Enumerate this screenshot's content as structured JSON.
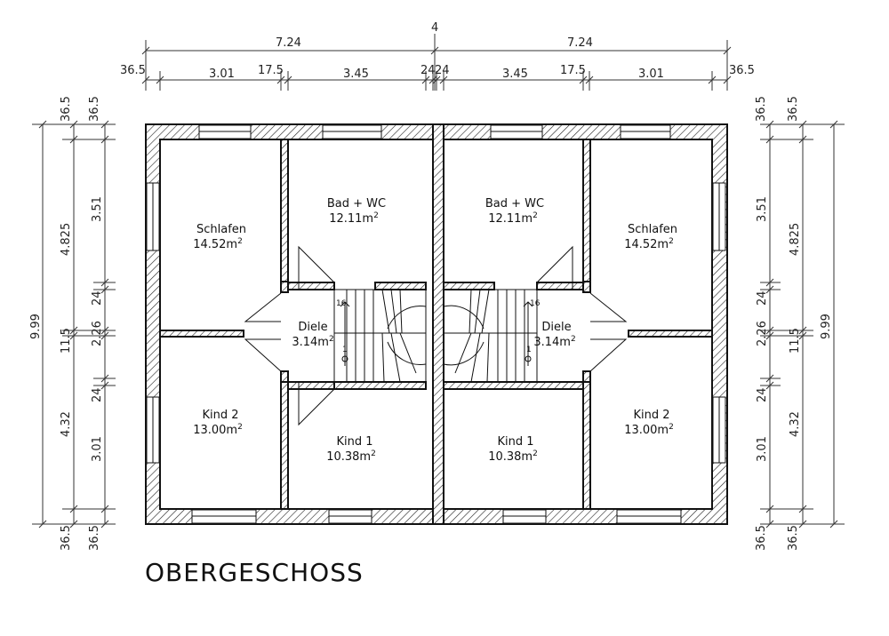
{
  "title": "OBERGESCHOSS",
  "top_dims": {
    "overall_left": "7.24",
    "overall_right": "7.24",
    "center_wall": "4",
    "segments": [
      "36.5",
      "3.01",
      "17.5",
      "3.45",
      "24",
      "24",
      "3.45",
      "17.5",
      "3.01",
      "36.5"
    ]
  },
  "side_dims": {
    "outer_total": "9.99",
    "mid": [
      "36.5",
      "4.825",
      "11.5",
      "4.32",
      "36.5"
    ],
    "inner": [
      "36.5",
      "3.51",
      "24",
      "2.26",
      "24",
      "3.01",
      "36.5"
    ]
  },
  "rooms": {
    "left": [
      {
        "name": "Schlafen",
        "area": "14.52m",
        "sup": "2"
      },
      {
        "name": "Bad + WC",
        "area": "12.11m",
        "sup": "2"
      },
      {
        "name": "Diele",
        "area": "3.14m",
        "sup": "2"
      },
      {
        "name": "Kind 2",
        "area": "13.00m",
        "sup": "2"
      },
      {
        "name": "Kind 1",
        "area": "10.38m",
        "sup": "2"
      }
    ],
    "right": [
      {
        "name": "Bad + WC",
        "area": "12.11m",
        "sup": "2"
      },
      {
        "name": "Schlafen",
        "area": "14.52m",
        "sup": "2"
      },
      {
        "name": "Diele",
        "area": "3.14m",
        "sup": "2"
      },
      {
        "name": "Kind 1",
        "area": "10.38m",
        "sup": "2"
      },
      {
        "name": "Kind 2",
        "area": "13.00m",
        "sup": "2"
      }
    ]
  },
  "stairs": {
    "top_step": "16",
    "bottom_step": "1"
  }
}
